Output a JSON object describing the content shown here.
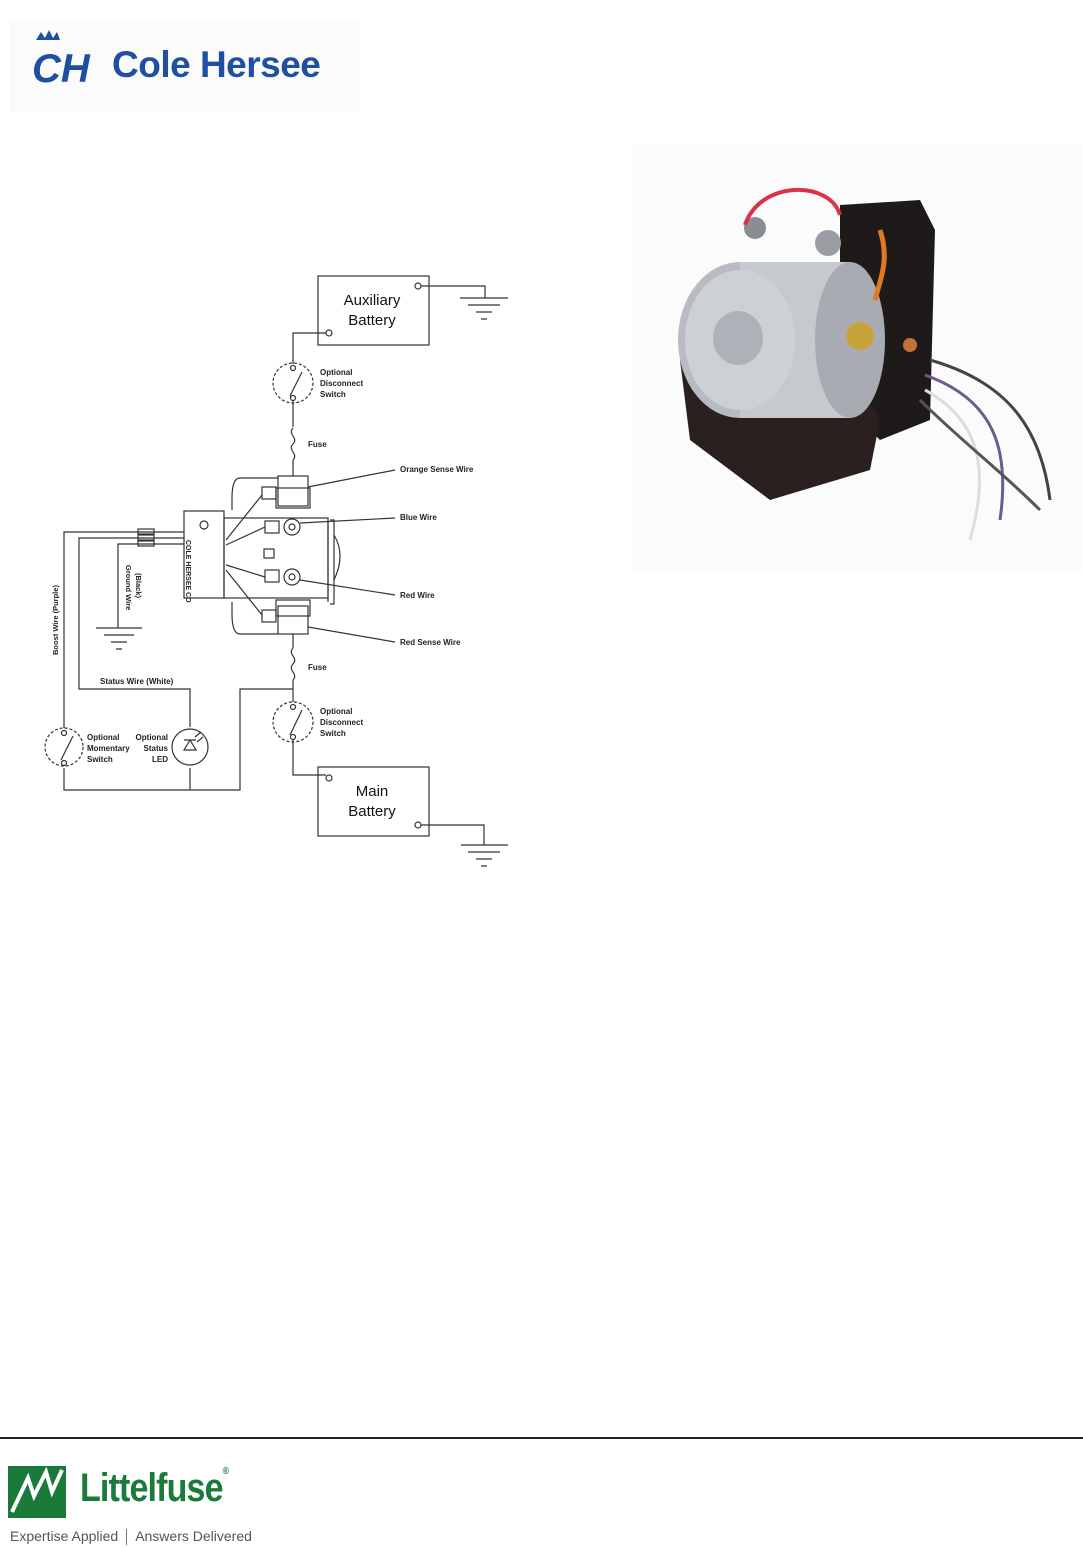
{
  "header": {
    "brand": "Cole Hersee",
    "logo_mark": "CH"
  },
  "diagram": {
    "aux_battery": [
      "Auxiliary",
      "Battery"
    ],
    "main_battery": [
      "Main",
      "Battery"
    ],
    "disconnect_switch": [
      "Optional",
      "Disconnect",
      "Switch"
    ],
    "fuse": "Fuse",
    "orange_sense": "Orange Sense Wire",
    "blue_wire": "Blue Wire",
    "red_wire": "Red Wire",
    "red_sense": "Red Sense Wire",
    "ground_wire": [
      "Ground Wire",
      "(Black)"
    ],
    "boost_wire": "Boost Wire (Purple)",
    "status_wire": "Status Wire (White)",
    "momentary_switch": [
      "Optional",
      "Momentary",
      "Switch"
    ],
    "status_led": [
      "Optional",
      "Status",
      "LED"
    ],
    "device_marking": "COLE HERSEE CO"
  },
  "footer": {
    "brand": "Littelfuse",
    "reg": "®",
    "tagline_left": "Expertise Applied",
    "tagline_right": "Answers Delivered"
  },
  "colors": {
    "cole_blue": "#1f4fa0",
    "littelfuse_green": "#1a7a3a"
  }
}
